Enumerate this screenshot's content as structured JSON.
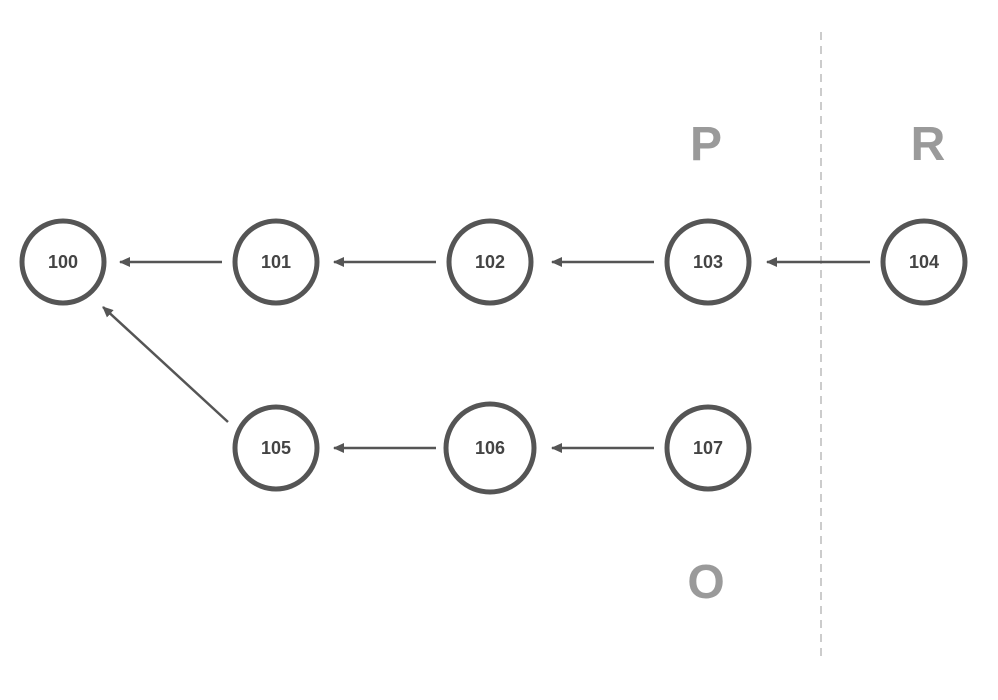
{
  "diagram": {
    "regions": {
      "p": "P",
      "r": "R",
      "o": "O"
    },
    "nodes": {
      "n100": "100",
      "n101": "101",
      "n102": "102",
      "n103": "103",
      "n104": "104",
      "n105": "105",
      "n106": "106",
      "n107": "107"
    },
    "edges": [
      {
        "from": "101",
        "to": "100"
      },
      {
        "from": "102",
        "to": "101"
      },
      {
        "from": "103",
        "to": "102"
      },
      {
        "from": "104",
        "to": "103"
      },
      {
        "from": "105",
        "to": "100"
      },
      {
        "from": "106",
        "to": "105"
      },
      {
        "from": "107",
        "to": "106"
      }
    ],
    "colors": {
      "node_stroke": "#555555",
      "edge": "#555555",
      "region_label": "#9a9a9a",
      "divider": "#bbbbbb"
    }
  }
}
